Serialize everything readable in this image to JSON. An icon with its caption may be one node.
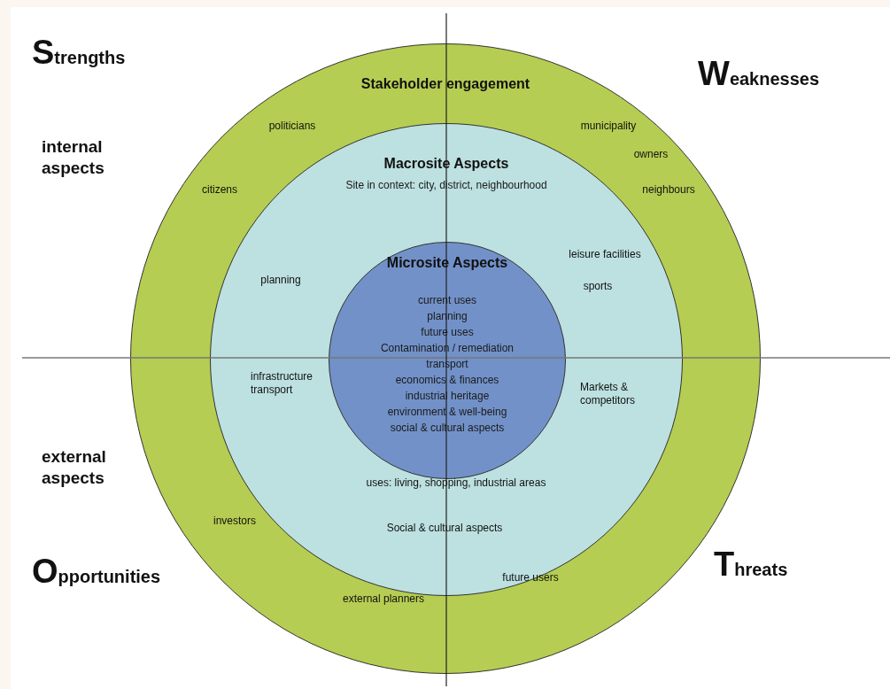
{
  "diagram": {
    "nodes": [
      {
        "text": [
          "Stakeholder engagement"
        ]
      },
      {
        "text": [
          "Macrosite Aspects",
          "Site in context: city, district, neighbourhood"
        ],
        "in": 0
      },
      {
        "text": [
          "Microsite Aspects",
          "current uses",
          "planning",
          "future uses",
          "Contamination / remediation",
          "transport",
          "economics & finances",
          "industrial heritage",
          "environment & well-being",
          "social & cultural aspects"
        ],
        "in": 1
      }
    ],
    "labels": [
      "Strengths",
      "Weaknesses",
      "internal aspects",
      "politicians",
      "municipality",
      "owners",
      "citizens",
      "neighbours",
      "planning",
      "leisure facilities",
      "sports",
      "infrastructure transport",
      "Markets & competitors",
      "external aspects",
      "uses: living, shopping, industrial areas",
      "investors",
      "Social & cultural aspects",
      "Opportunities",
      "Threats",
      "future users",
      "external planners"
    ]
  }
}
